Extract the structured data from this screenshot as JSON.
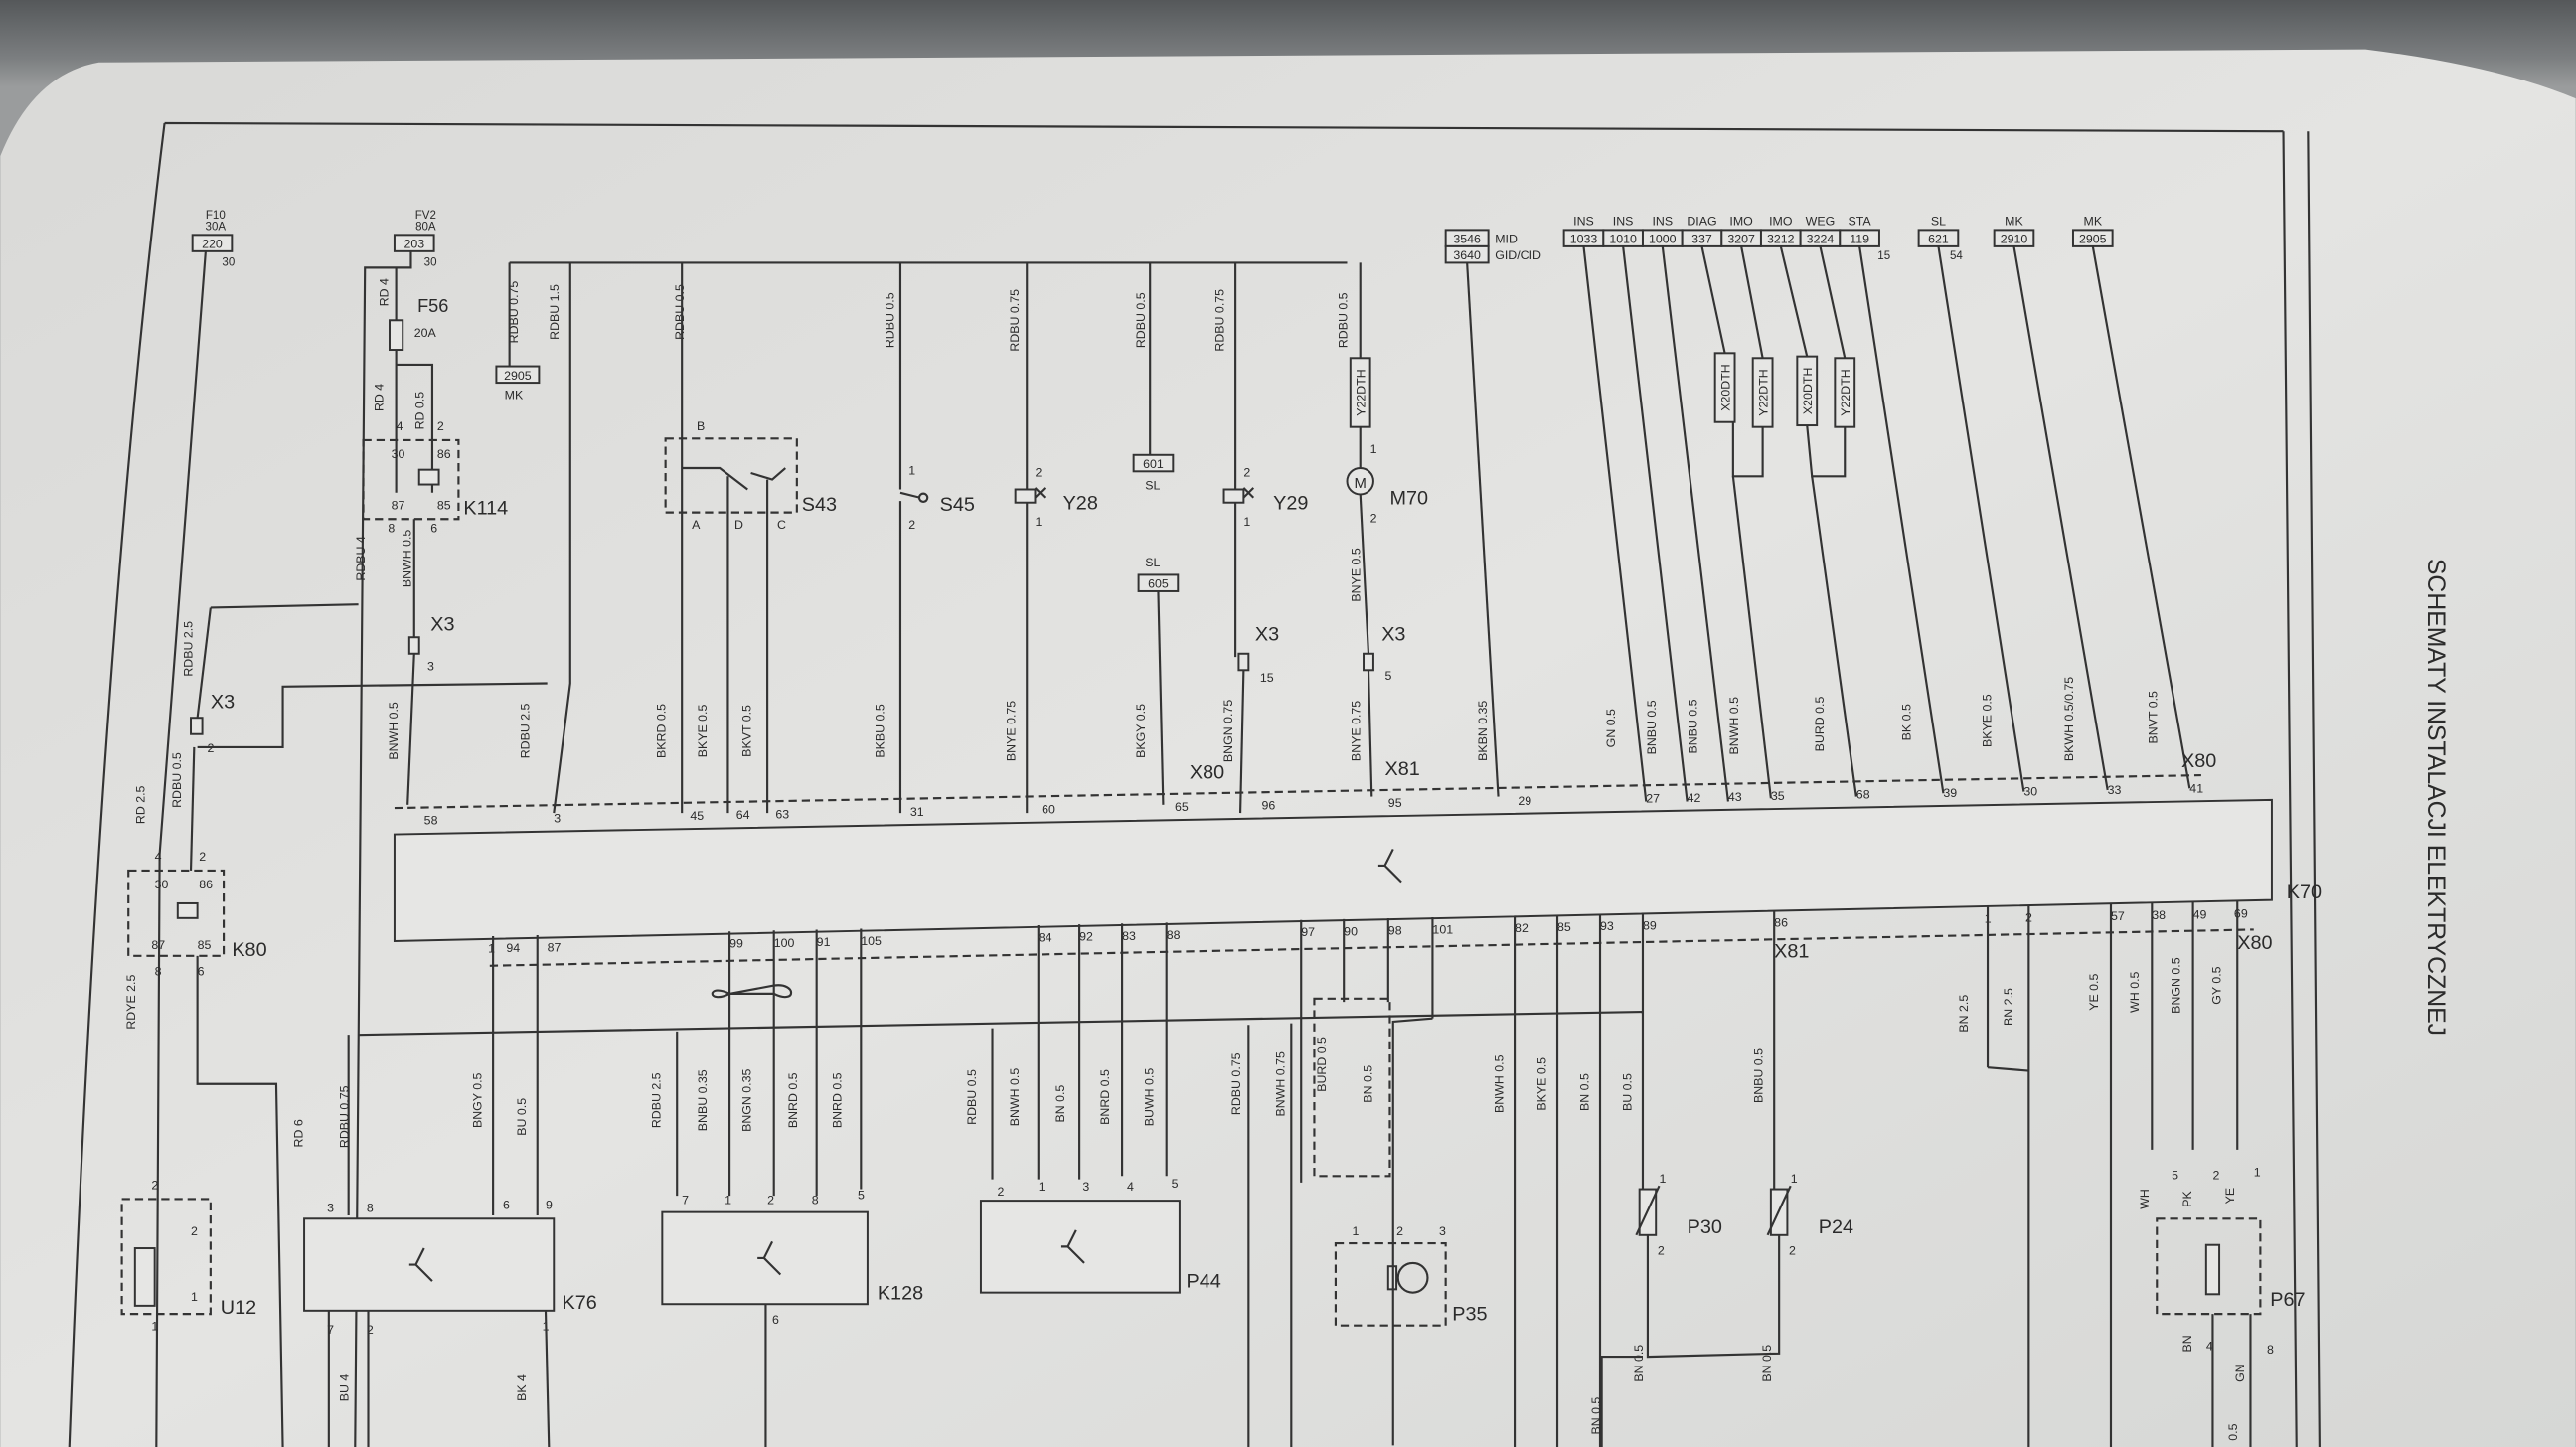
{
  "section_title": "SCHEMATY INSTALACJI ELEKTRYCZNEJ",
  "fuses": [
    {
      "name": "F10",
      "rating": "30A",
      "ref": "220",
      "pin": "30"
    },
    {
      "name": "FV2",
      "rating": "80A",
      "ref": "203",
      "pin": "30"
    }
  ],
  "f56": {
    "name": "F56",
    "rating": "20A"
  },
  "k114": {
    "name": "K114",
    "pins": [
      "4",
      "2",
      "30",
      "86",
      "87",
      "85",
      "8",
      "6"
    ]
  },
  "k80": {
    "name": "K80",
    "pins": [
      "4",
      "2",
      "30",
      "86",
      "87",
      "85",
      "8",
      "6"
    ]
  },
  "mk_ref": {
    "ref": "2905",
    "label": "MK"
  },
  "s43": {
    "name": "S43",
    "pins": [
      "B",
      "A",
      "D",
      "C"
    ]
  },
  "s45": {
    "name": "S45",
    "pins": [
      "1",
      "2"
    ]
  },
  "y28": {
    "name": "Y28",
    "pins": [
      "2",
      "1"
    ]
  },
  "y29": {
    "name": "Y29",
    "pins": [
      "2",
      "1"
    ]
  },
  "m70": {
    "name": "M70",
    "symbol": "M",
    "pins": [
      "1",
      "2"
    ],
    "tag": "Y22DTH"
  },
  "sl_refs": [
    {
      "ref": "601",
      "label": "SL"
    },
    {
      "ref": "605",
      "label": "SL"
    }
  ],
  "x3": [
    {
      "name": "X3",
      "pin": "3"
    },
    {
      "name": "X3",
      "pin": "2"
    },
    {
      "name": "X3",
      "pin": "15"
    },
    {
      "name": "X3",
      "pin": "5"
    }
  ],
  "left_wire_labels": [
    "RD 4",
    "RD 4",
    "RD 0.5",
    "RDBU 4",
    "BNWH 0.5",
    "RDBU 2.5",
    "RDBU 0.5",
    "RD 2.5",
    "RDYE 2.5",
    "RDBU 0.75",
    "RDBU 1.5",
    "RDBU 0.5",
    "RDBU 0.5",
    "RDBU 0.75",
    "RDBU 0.5",
    "RDBU 0.75",
    "RDBU 0.5",
    "BNYE 0.5"
  ],
  "top_refs": [
    {
      "ref": "3546",
      "label": "MID"
    },
    {
      "ref": "3640",
      "label": "GID/CID"
    }
  ],
  "bus_refs": [
    {
      "label": "INS",
      "ref": "1033"
    },
    {
      "label": "INS",
      "ref": "1010"
    },
    {
      "label": "INS",
      "ref": "1000"
    },
    {
      "label": "DIAG",
      "ref": "337"
    },
    {
      "label": "IMO",
      "ref": "3207"
    },
    {
      "label": "IMO",
      "ref": "3212"
    },
    {
      "label": "WEG",
      "ref": "3224"
    },
    {
      "label": "STA",
      "ref": "119"
    }
  ],
  "bus_pin": "15",
  "right_refs": [
    {
      "label": "SL",
      "ref": "621",
      "pin": "54"
    },
    {
      "label": "MK",
      "ref": "2910"
    },
    {
      "label": "MK",
      "ref": "2905"
    }
  ],
  "dth_tags": [
    "X20DTH",
    "Y22DTH",
    "X20DTH",
    "Y22DTH"
  ],
  "top_wire_labels": [
    "BNWH 0.5",
    "RDBU 2.5",
    "BKRD 0.5",
    "BKYE 0.5",
    "BKVT 0.5",
    "BKBU 0.5",
    "BNYE 0.75",
    "BKGY 0.5",
    "BNGN 0.75",
    "BNYE 0.75",
    "BKBN 0.35",
    "GN 0.5",
    "BNBU 0.5",
    "BNBU 0.5",
    "BNWH 0.5",
    "BURD 0.5",
    "BK 0.5",
    "BKYE 0.5",
    "BKWH 0.5/0.75",
    "BNVT 0.5"
  ],
  "top_pins": [
    "58",
    "3",
    "45",
    "64",
    "63",
    "31",
    "60",
    "65",
    "96",
    "95",
    "29",
    "27",
    "42",
    "43",
    "35",
    "68",
    "39",
    "30",
    "33",
    "41"
  ],
  "k70": {
    "name": "K70"
  },
  "connectors": [
    "X80",
    "X81",
    "X80",
    "X81",
    "X80"
  ],
  "bottom_pins": [
    "1",
    "94",
    "87",
    "99",
    "100",
    "91",
    "105",
    "84",
    "92",
    "83",
    "88",
    "97",
    "90",
    "98",
    "101",
    "82",
    "85",
    "93",
    "89",
    "86",
    "1",
    "2",
    "57",
    "38",
    "49",
    "69"
  ],
  "bottom_wire_labels": [
    "RD 6",
    "RDBU 0.75",
    "BNGY 0.5",
    "BU 0.5",
    "RDBU 2.5",
    "BNBU 0.35",
    "BNGN 0.35",
    "BNRD 0.5",
    "BNRD 0.5",
    "RDBU 0.5",
    "BNWH 0.5",
    "BN 0.5",
    "BNRD 0.5",
    "BUWH 0.5",
    "RDBU 0.75",
    "BNWH 0.75",
    "BURD 0.5",
    "BN 0.5",
    "BNWH 0.5",
    "BKYE 0.5",
    "BN 0.5",
    "BU 0.5",
    "BNBU 0.5",
    "BN 2.5",
    "BN 2.5",
    "YE 0.5",
    "WH 0.5",
    "BNGN 0.5",
    "GY 0.5",
    "BN 0.5",
    "BN 0.5",
    "BN 0.5",
    "BU 4",
    "BK 4",
    "0.5"
  ],
  "u12": {
    "name": "U12",
    "pins": [
      "2",
      "1",
      "2",
      "1"
    ]
  },
  "k76": {
    "name": "K76",
    "pins": [
      "3",
      "8",
      "6",
      "9",
      "7",
      "2",
      "1"
    ]
  },
  "k128": {
    "name": "K128",
    "pins": [
      "7",
      "1",
      "2",
      "8",
      "5",
      "6"
    ]
  },
  "p44": {
    "name": "P44",
    "pins": [
      "2",
      "1",
      "3",
      "4",
      "5"
    ]
  },
  "p35": {
    "name": "P35",
    "pins": [
      "1",
      "2",
      "3"
    ]
  },
  "p30": {
    "name": "P30",
    "pins": [
      "1",
      "2"
    ]
  },
  "p24": {
    "name": "P24",
    "pins": [
      "1",
      "2"
    ]
  },
  "p67": {
    "name": "P67",
    "pins": [
      "5",
      "2",
      "1",
      "4",
      "8"
    ],
    "wires": [
      "WH",
      "PK",
      "YE",
      "BN",
      "GN"
    ]
  }
}
